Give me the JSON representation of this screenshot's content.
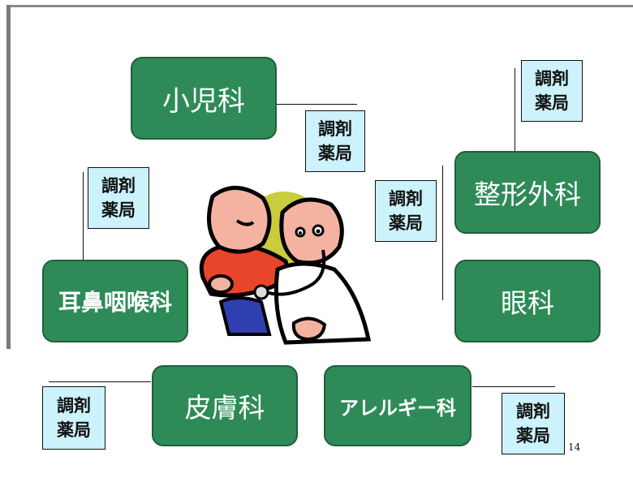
{
  "departments": {
    "pediatrics": "小児科",
    "orthopedics": "整形外科",
    "ent": "耳鼻咽喉科",
    "ophthalmology": "眼科",
    "dermatology": "皮膚科",
    "allergy": "アレルギー科"
  },
  "pharmacy": {
    "line1": "調剤",
    "line2": "薬局"
  },
  "page_number": "14",
  "colors": {
    "department_fill": "#2e8b57",
    "pharmacy_fill": "#ccf2fb"
  },
  "clipart_icon": "doctor-examining-child-icon"
}
